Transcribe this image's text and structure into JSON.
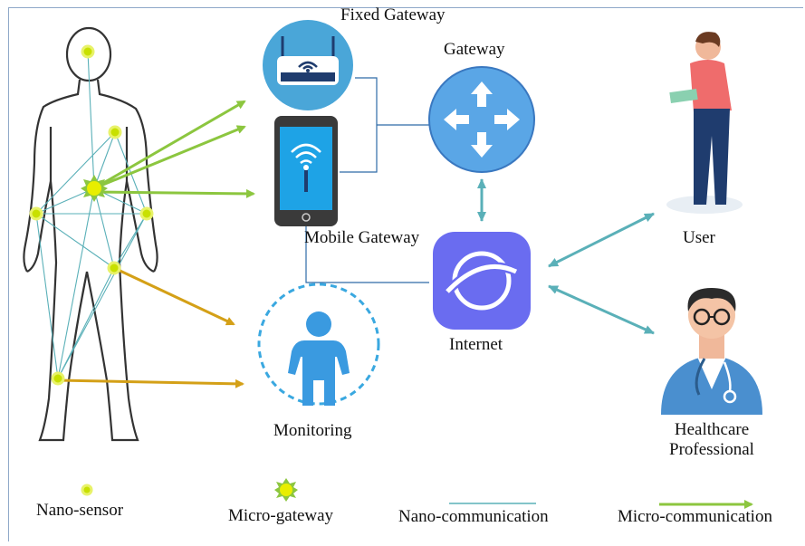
{
  "labels": {
    "fixed_gateway": "Fixed Gateway",
    "gateway": "Gateway",
    "mobile_gateway": "Mobile Gateway",
    "user": "User",
    "internet": "Internet",
    "monitoring": "Monitoring",
    "healthcare_line1": "Healthcare",
    "healthcare_line2": "Professional"
  },
  "legend": {
    "nano_sensor": "Nano-sensor",
    "micro_gateway": "Micro-gateway",
    "nano_communication": "Nano-communication",
    "micro_communication": "Micro-communication"
  },
  "colors": {
    "nano_sensor": "#c8e000",
    "micro_gateway": "#8cc63f",
    "nano_link": "#5ab0b8",
    "micro_link_green": "#8cc63f",
    "micro_link_orange": "#d4a017",
    "gateway_circle": "#5aa6e6",
    "internet_tile": "#6a6cf0",
    "monitoring": "#3a9ae0"
  },
  "icons": {
    "fixed_gateway": "router-icon",
    "mobile_gateway": "smartphone-wifi-icon",
    "gateway": "router-arrows-icon",
    "internet": "planet-icon",
    "monitoring": "person-monitor-icon",
    "user": "user-with-tablet-icon",
    "healthcare_professional": "doctor-icon"
  }
}
